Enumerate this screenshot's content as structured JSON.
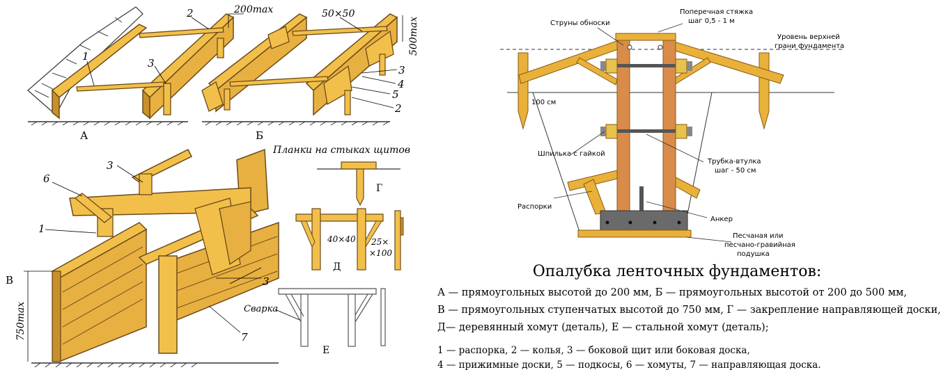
{
  "left_panel": {
    "labels": {
      "A": "А",
      "B": "Б",
      "V": "В",
      "G": "Г",
      "D": "Д",
      "E": "Е"
    },
    "dims": {
      "max200": "200max",
      "size50": "50×50",
      "max500": "500max",
      "max750": "750max",
      "size40": "40×40",
      "size25": "25×",
      "size100": "×100",
      "planki": "Планки на стыках щитов",
      "svarka": "Сварка"
    },
    "numbers": {
      "n1": "1",
      "n2": "2",
      "n3": "3",
      "n4": "4",
      "n5": "5",
      "n6": "6",
      "n7": "7"
    }
  },
  "right_panel": {
    "strings": "Струны обноски",
    "cross_tie_line1": "Поперечная стяжка",
    "cross_tie_line2": "шаг 0,5 - 1 м",
    "level_line1": "Уровень верхней",
    "level_line2": "грани фундамента",
    "depth": "100 см",
    "stud": "Шпилька с гайкой",
    "sleeve_line1": "Трубка-втулка",
    "sleeve_line2": "шаг - 50 см",
    "braces": "Распорки",
    "anchor": "Анкер",
    "cushion_line1": "Песчаная или",
    "cushion_line2": "песчано-гравийная",
    "cushion_line3": "подушка"
  },
  "caption": {
    "title": "Опалубка ленточных фундаментов:",
    "lines": [
      "А — прямоугольных высотой до 200 мм, Б — прямоугольных высотой от 200 до 500 мм,",
      "В — прямоугольных ступенчатых высотой до 750 мм,  Г — закрепление направляющей доски,",
      "Д— деревянный хомут (деталь), Е — стальной хомут (деталь);"
    ],
    "legend_lines": [
      "1 — распорка, 2 — колья, 3 — боковой щит или боковая доска,",
      "4 — прижимные доски, 5 — подкосы, 6 — хомуты, 7 — направляющая доска."
    ]
  },
  "colors": {
    "wood": "#f2c04a",
    "wood_dark": "#c8902a",
    "outline": "#6b4a1a",
    "diagram_wood": "#e9b13a",
    "post": "#d98c4a",
    "base": "#6a6a6a",
    "nut": "#e7c24c"
  }
}
